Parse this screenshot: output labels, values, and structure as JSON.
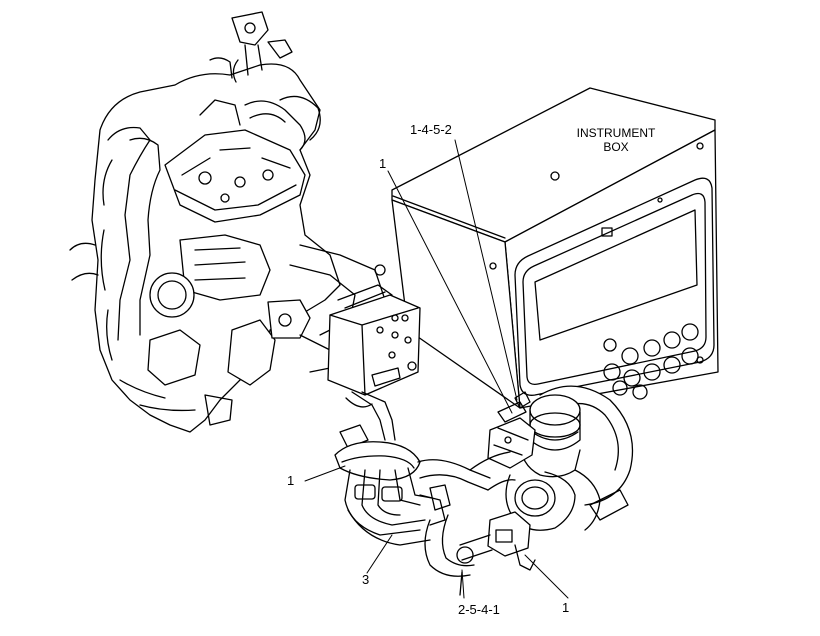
{
  "diagram": {
    "instrument_box": {
      "line1": "INSTRUMENT",
      "line2": "BOX"
    },
    "callouts": [
      {
        "id": "c1452",
        "text": "1-4-5-2"
      },
      {
        "id": "c1top",
        "text": "1"
      },
      {
        "id": "c1left",
        "text": "1"
      },
      {
        "id": "c3",
        "text": "3"
      },
      {
        "id": "c2541",
        "text": "2-5-4-1"
      },
      {
        "id": "c1bottom",
        "text": "1"
      }
    ]
  }
}
